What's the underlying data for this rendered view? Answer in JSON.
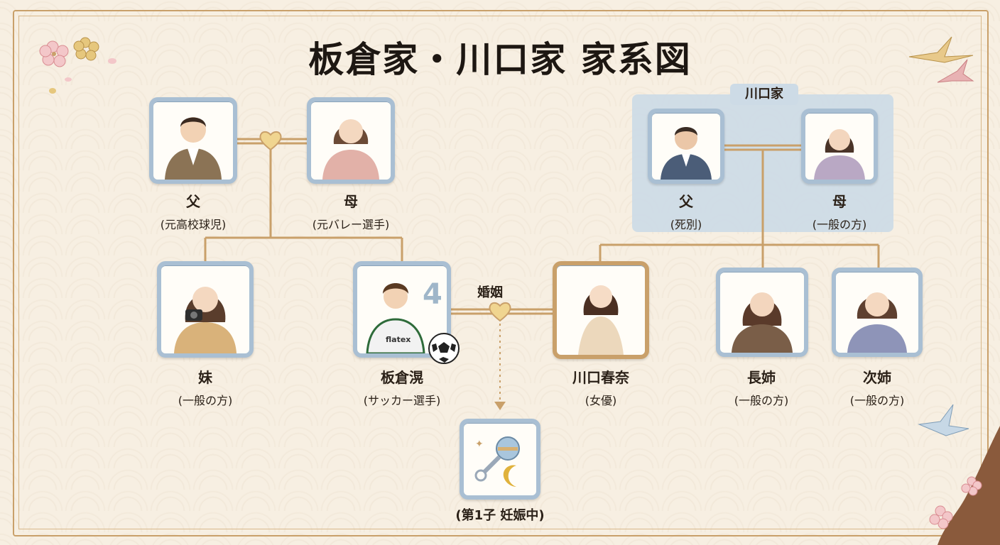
{
  "title": "板倉家・川口家 家系図",
  "itakura": {
    "father": {
      "name": "父",
      "desc": "(元高校球児)"
    },
    "mother": {
      "name": "母",
      "desc": "(元バレー選手)"
    },
    "sister": {
      "name": "妹",
      "desc": "(一般の方)"
    },
    "son": {
      "name": "板倉滉",
      "desc": "(サッカー選手)",
      "jersey_number": "4",
      "shirt_text": "flatex"
    }
  },
  "kawaguchi": {
    "family_label": "川口家",
    "father": {
      "name": "父",
      "desc": "(死別)"
    },
    "mother": {
      "name": "母",
      "desc": "(一般の方)"
    },
    "daughter": {
      "name": "川口春奈",
      "desc": "(女優)"
    },
    "eldest_sister": {
      "name": "長姉",
      "desc": "(一般の方)"
    },
    "second_sister": {
      "name": "次姉",
      "desc": "(一般の方)"
    }
  },
  "marriage_label": "婚姻",
  "child": {
    "desc": "(第1子 妊娠中)"
  },
  "colors": {
    "frame_blue": "#a9bfd3",
    "frame_gold": "#c9a06a",
    "line_gold": "#c9a06a",
    "panel_blue": "#cddbe6",
    "background": "#f7efe2"
  }
}
